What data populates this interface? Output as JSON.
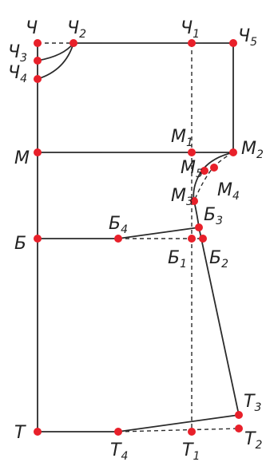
{
  "colors": {
    "line": "#2b2b2b",
    "point": "#e8202a",
    "label": "#222222",
    "background": "#ffffff"
  },
  "labels": {
    "ch": {
      "main": "Ч",
      "sub": ""
    },
    "ch1": {
      "main": "Ч",
      "sub": "1"
    },
    "ch2": {
      "main": "Ч",
      "sub": "2"
    },
    "ch3": {
      "main": "Ч",
      "sub": "3"
    },
    "ch4": {
      "main": "Ч",
      "sub": "4"
    },
    "ch5": {
      "main": "Ч",
      "sub": "5"
    },
    "m": {
      "main": "М",
      "sub": ""
    },
    "m1": {
      "main": "М",
      "sub": "1"
    },
    "m2": {
      "main": "М",
      "sub": "2"
    },
    "m3": {
      "main": "М",
      "sub": "3"
    },
    "m4": {
      "main": "М",
      "sub": "4"
    },
    "m5": {
      "main": "М",
      "sub": "5"
    },
    "b": {
      "main": "Б",
      "sub": ""
    },
    "b1": {
      "main": "Б",
      "sub": "1"
    },
    "b2": {
      "main": "Б",
      "sub": "2"
    },
    "b3": {
      "main": "Б",
      "sub": "3"
    },
    "b4": {
      "main": "Б",
      "sub": "4"
    },
    "t": {
      "main": "Т",
      "sub": ""
    },
    "t1": {
      "main": "Т",
      "sub": "1"
    },
    "t2": {
      "main": "Т",
      "sub": "2"
    },
    "t3": {
      "main": "Т",
      "sub": "3"
    },
    "t4": {
      "main": "Т",
      "sub": "4"
    }
  }
}
